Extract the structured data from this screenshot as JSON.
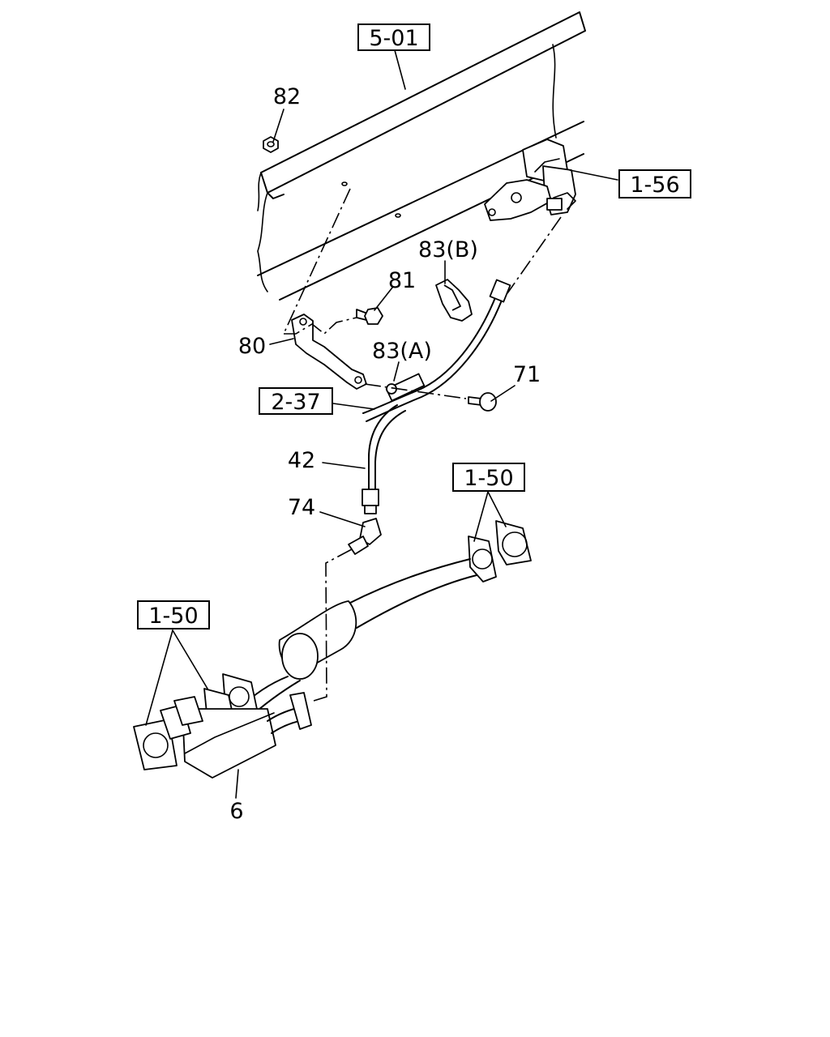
{
  "callouts": {
    "ref_5_01": "5-01",
    "ref_1_56": "1-56",
    "ref_2_37": "2-37",
    "ref_1_50_right": "1-50",
    "ref_1_50_left": "1-50",
    "part_82": "82",
    "part_83b": "83(B)",
    "part_81": "81",
    "part_80": "80",
    "part_83a": "83(A)",
    "part_71": "71",
    "part_42": "42",
    "part_74": "74",
    "part_6": "6"
  }
}
